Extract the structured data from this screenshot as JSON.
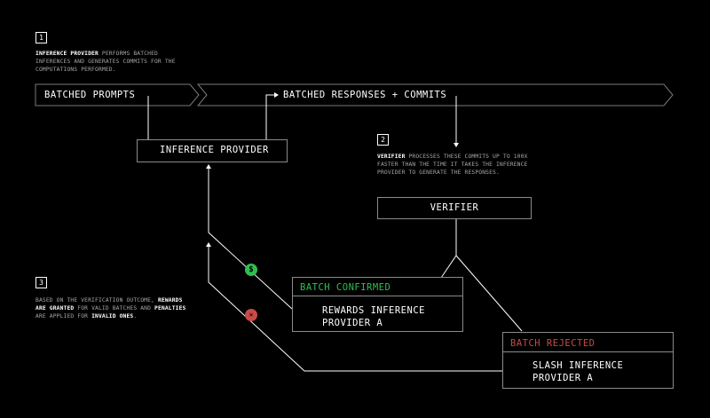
{
  "steps": {
    "one": {
      "number": "1",
      "bold": "INFERENCE PROVIDER",
      "text_1": " PERFORMS BATCHED",
      "text_2": "INFERENCES AND GENERATES COMMITS FOR THE",
      "text_3": "COMPUTATIONS PERFORMED."
    },
    "two": {
      "number": "2",
      "bold": "VERIFIER",
      "text_1": " PROCESSES THESE COMMITS UP TO 100X",
      "text_2": "FASTER THAN THE TIME IT TAKES THE INFERENCE",
      "text_3": "PROVIDER TO GENERATE THE RESPONSES."
    },
    "three": {
      "number": "3",
      "text_1": "BASED ON THE VERIFICATION OUTCOME, ",
      "bold_1": "REWARDS",
      "bold_2": "ARE GRANTED",
      "text_2": " FOR VALID BATCHES AND ",
      "bold_3": "PENALTIES",
      "text_3": "ARE APPLIED FOR ",
      "bold_4": "INVALID ONES",
      "text_4": "."
    }
  },
  "labels": {
    "batched_prompts": "BATCHED PROMPTS",
    "batched_responses": "BATCHED RESPONSES + COMMITS",
    "inference_provider": "INFERENCE PROVIDER",
    "verifier": "VERIFIER",
    "batch_confirmed": "BATCH CONFIRMED",
    "rewards_line_1": "REWARDS INFERENCE",
    "rewards_line_2": "PROVIDER A",
    "batch_rejected": "BATCH REJECTED",
    "slash_line_1": "SLASH INFERENCE",
    "slash_line_2": "PROVIDER A"
  },
  "badges": {
    "reward_symbol": "$",
    "penalty_symbol": "✕"
  },
  "icons": {
    "reward": "dollar-coin-icon",
    "penalty": "x-circle-icon"
  },
  "colors": {
    "background": "#000000",
    "line": "#ffffff",
    "box_border": "#8a8a8a",
    "confirmed": "#2fbf4f",
    "rejected": "#c94a47",
    "muted_text": "#a6a6a6"
  }
}
